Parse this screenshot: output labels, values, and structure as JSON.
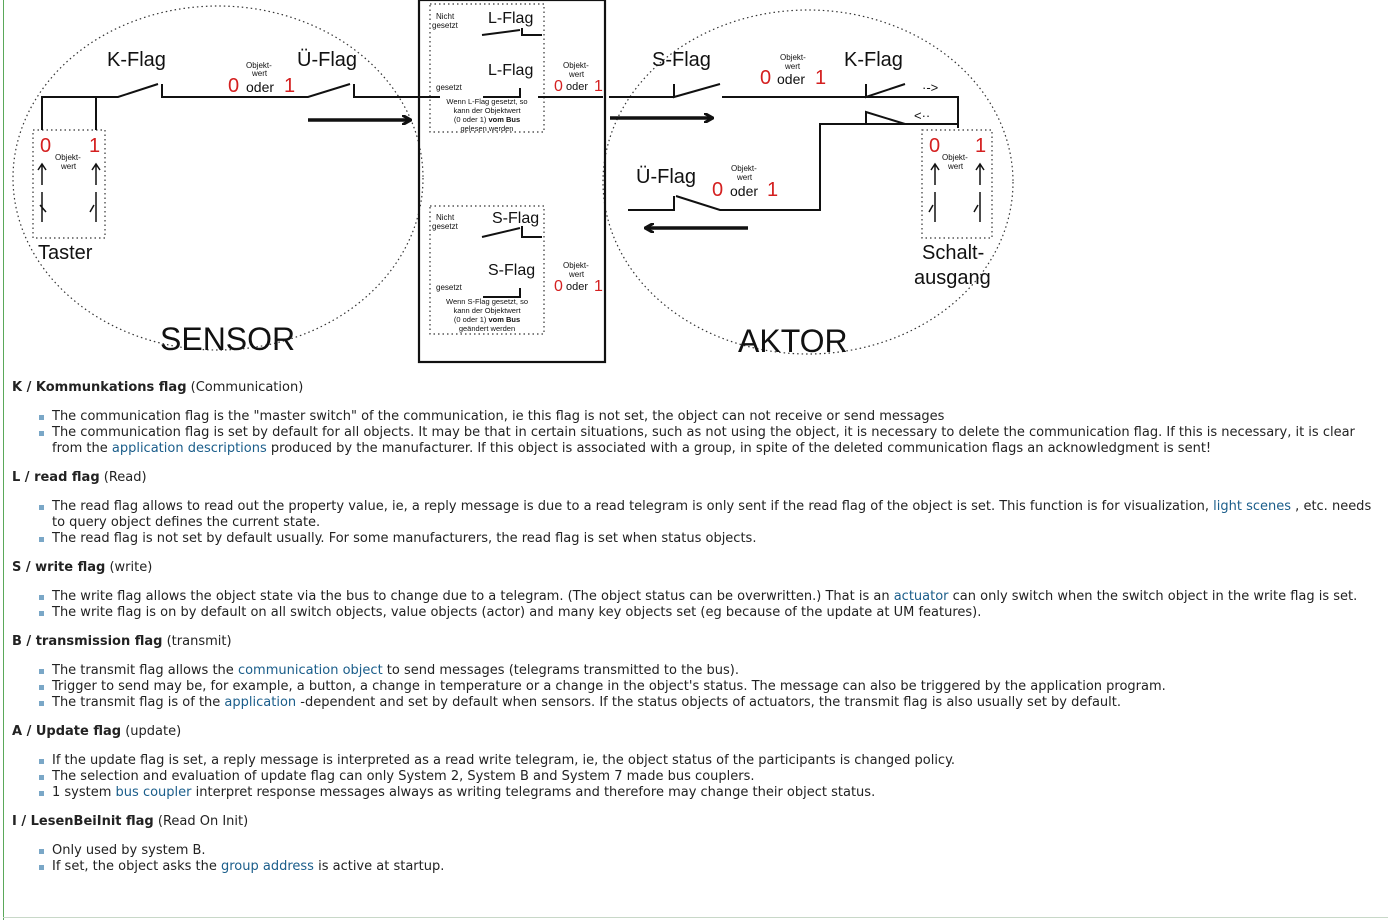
{
  "diagram": {
    "sensor_label": "SENSOR",
    "actor_label": "AKTOR",
    "taster_label": "Taster",
    "schalt_label_1": "Schalt-",
    "schalt_label_2": "ausgang",
    "k_flag": "K-Flag",
    "u_flag": "Ü-Flag",
    "l_flag": "L-Flag",
    "s_flag": "S-Flag",
    "objekt": "Objekt-",
    "wert": "wert",
    "zero": "0",
    "one": "1",
    "oder": "oder",
    "nicht": "Nicht",
    "gesetzt": "gesetzt",
    "l_note_1": "Wenn L-Flag gesetzt, so",
    "l_note_2": "kann der Objektwert",
    "l_note_3_pre": "(0 oder 1) ",
    "l_note_3_bold": "vom Bus",
    "l_note_4": "gelesen werden",
    "s_note_1": "Wenn S-Flag gesetzt, so",
    "s_note_2": "kann der Objektwert",
    "s_note_3_pre": "(0 oder 1) ",
    "s_note_3_bold": "vom Bus",
    "s_note_4": "geändert werden",
    "arrow_right_small": "·->",
    "arrow_left_small": "<··"
  },
  "colors": {
    "accent": "#1a5d8a",
    "bullet": "#7aa7c7",
    "red": "#d42020",
    "rule": "#5aa85a"
  },
  "sections": [
    {
      "title": "K / Kommunkations flag",
      "subtitle": "(Communication)",
      "items": [
        {
          "text": "The communication flag is the \"master switch\" of the communication, ie this flag is not set, the object can not receive or send messages"
        },
        {
          "pre": "The communication flag is set by default for all objects. It may be that in certain situations, such as not using the object, it is necessary to delete the communication flag. If this is necessary, it is clear from the ",
          "link": "application descriptions",
          "post": " produced by the manufacturer. If this object is associated with a group, in spite of the deleted communication flags an acknowledgment is sent!"
        }
      ]
    },
    {
      "title": "L / read flag",
      "subtitle": "(Read)",
      "items": [
        {
          "pre": "The read flag allows to read out the property value, ie, a reply message is due to a read telegram is only sent if the read flag of the object is set. This function is for visualization, ",
          "link": "light scenes",
          "post": " , etc. needs to query object defines the current state."
        },
        {
          "text": "The read flag is not set by default usually. For some manufacturers, the read flag is set when status objects."
        }
      ]
    },
    {
      "title": "S / write flag",
      "subtitle": "(write)",
      "items": [
        {
          "pre": "The write flag allows the object state via the bus to change due to a telegram. (The object status can be overwritten.) That is an ",
          "link": "actuator",
          "post": " can only switch when the switch object in the write flag is set."
        },
        {
          "text": "The write flag is on by default on all switch objects, value objects (actor) and many key objects set (eg because of the update at UM features)."
        }
      ]
    },
    {
      "title": "B / transmission flag",
      "subtitle": "(transmit)",
      "items": [
        {
          "pre": "The transmit flag allows the ",
          "link": "communication object",
          "post": " to send messages (telegrams transmitted to the bus)."
        },
        {
          "text": "Trigger to send may be, for example, a button, a change in temperature or a change in the object's status. The message can also be triggered by the application program."
        },
        {
          "pre": "The transmit flag is of the ",
          "link": "application",
          "post": " -dependent and set by default when sensors. If the status objects of actuators, the transmit flag is also usually set by default."
        }
      ]
    },
    {
      "title": "A / Update flag",
      "subtitle": "(update)",
      "items": [
        {
          "text": "If the update flag is set, a reply message is interpreted as a read write telegram, ie, the object status of the participants is changed policy."
        },
        {
          "text": "The selection and evaluation of update flag can only System 2, System B and System 7 made bus couplers."
        },
        {
          "pre": "1 system ",
          "link": "bus coupler",
          "post": " interpret response messages always as writing telegrams and therefore may change their object status."
        }
      ]
    },
    {
      "title": "I / LesenBeiInit flag",
      "subtitle": "(Read On Init)",
      "items": [
        {
          "text": "Only used by system B."
        },
        {
          "pre": "If set, the object asks the ",
          "link": "group address",
          "post": " is active at startup."
        }
      ]
    }
  ]
}
